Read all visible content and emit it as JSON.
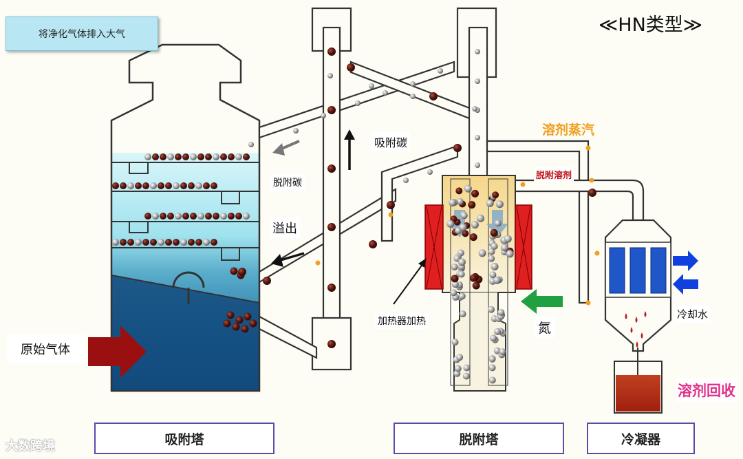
{
  "title": "≪HN类型≫",
  "exhaust_label": "将净化气体排入大气",
  "labels": {
    "carbon_up": "吸附碳",
    "desorbed_carbon": "脱附碳",
    "overflow": "溢出",
    "heater": "加热器加热",
    "nitrogen": "氮",
    "raw_gas": "原始气体",
    "solvent_vapor": "溶剂蒸汽",
    "desorbed_solvent": "脱附溶剂",
    "cooling_water": "冷却水",
    "solvent_recovery": "溶剂回收"
  },
  "units": {
    "adsorber": "吸附塔",
    "desorber": "脱附塔",
    "condenser": "冷凝器"
  },
  "watermark": "大数跨境",
  "colors": {
    "pipe": "#333333",
    "water_top": "#a8e8f2",
    "water_deep": "#1a5a8e",
    "carbon": "#5a1a12",
    "vapor": "#f0a020",
    "desorbed": "#c0121a",
    "recovery": "#e0338a",
    "heater": "#e02020",
    "nitrogen_arrow": "#20a040",
    "cooling_arrow": "#1040e0",
    "raw_arrow": "#9a1010",
    "condenser_tube": "#1f56c8"
  }
}
